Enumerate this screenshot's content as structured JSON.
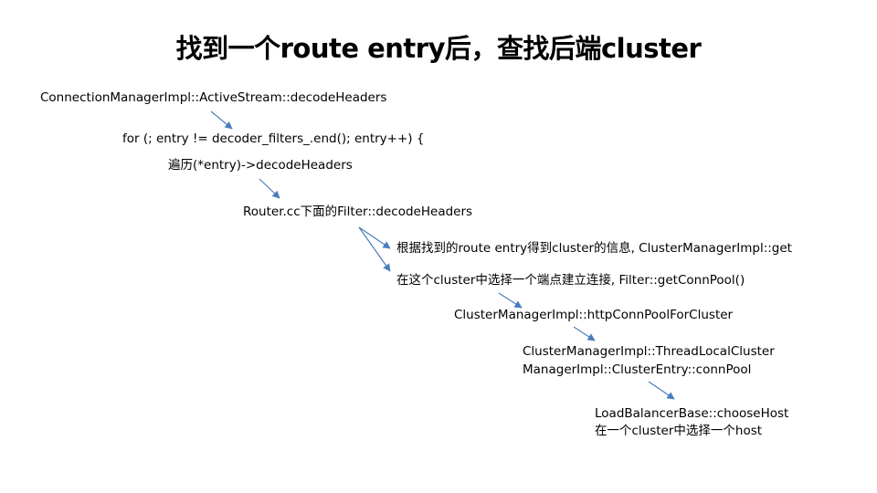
{
  "title": "找到一个route entry后，查找后端cluster",
  "nodes": {
    "cm_decode_headers": "ConnectionManagerImpl::ActiveStream::decodeHeaders",
    "for_loop": "for (; entry != decoder_filters_.end(); entry++) {",
    "iterate": "遍历(*entry)->decodeHeaders",
    "router_filter": "Router.cc下面的Filter::decodeHeaders",
    "get_cluster_info": "根据找到的route entry得到cluster的信息, ClusterManagerImpl::get",
    "get_conn_pool": "在这个cluster中选择一个端点建立连接, Filter::getConnPool()",
    "http_conn_pool": "ClusterManagerImpl::httpConnPoolForCluster",
    "thread_local_cluster": "ClusterManagerImpl::ThreadLocalCluster",
    "cluster_entry_conn_pool": "ManagerImpl::ClusterEntry::connPool",
    "choose_host": "LoadBalancerBase::chooseHost",
    "choose_host_desc": "在一个cluster中选择一个host"
  },
  "colors": {
    "arrow": "#4a7ebb",
    "text": "#000000"
  }
}
